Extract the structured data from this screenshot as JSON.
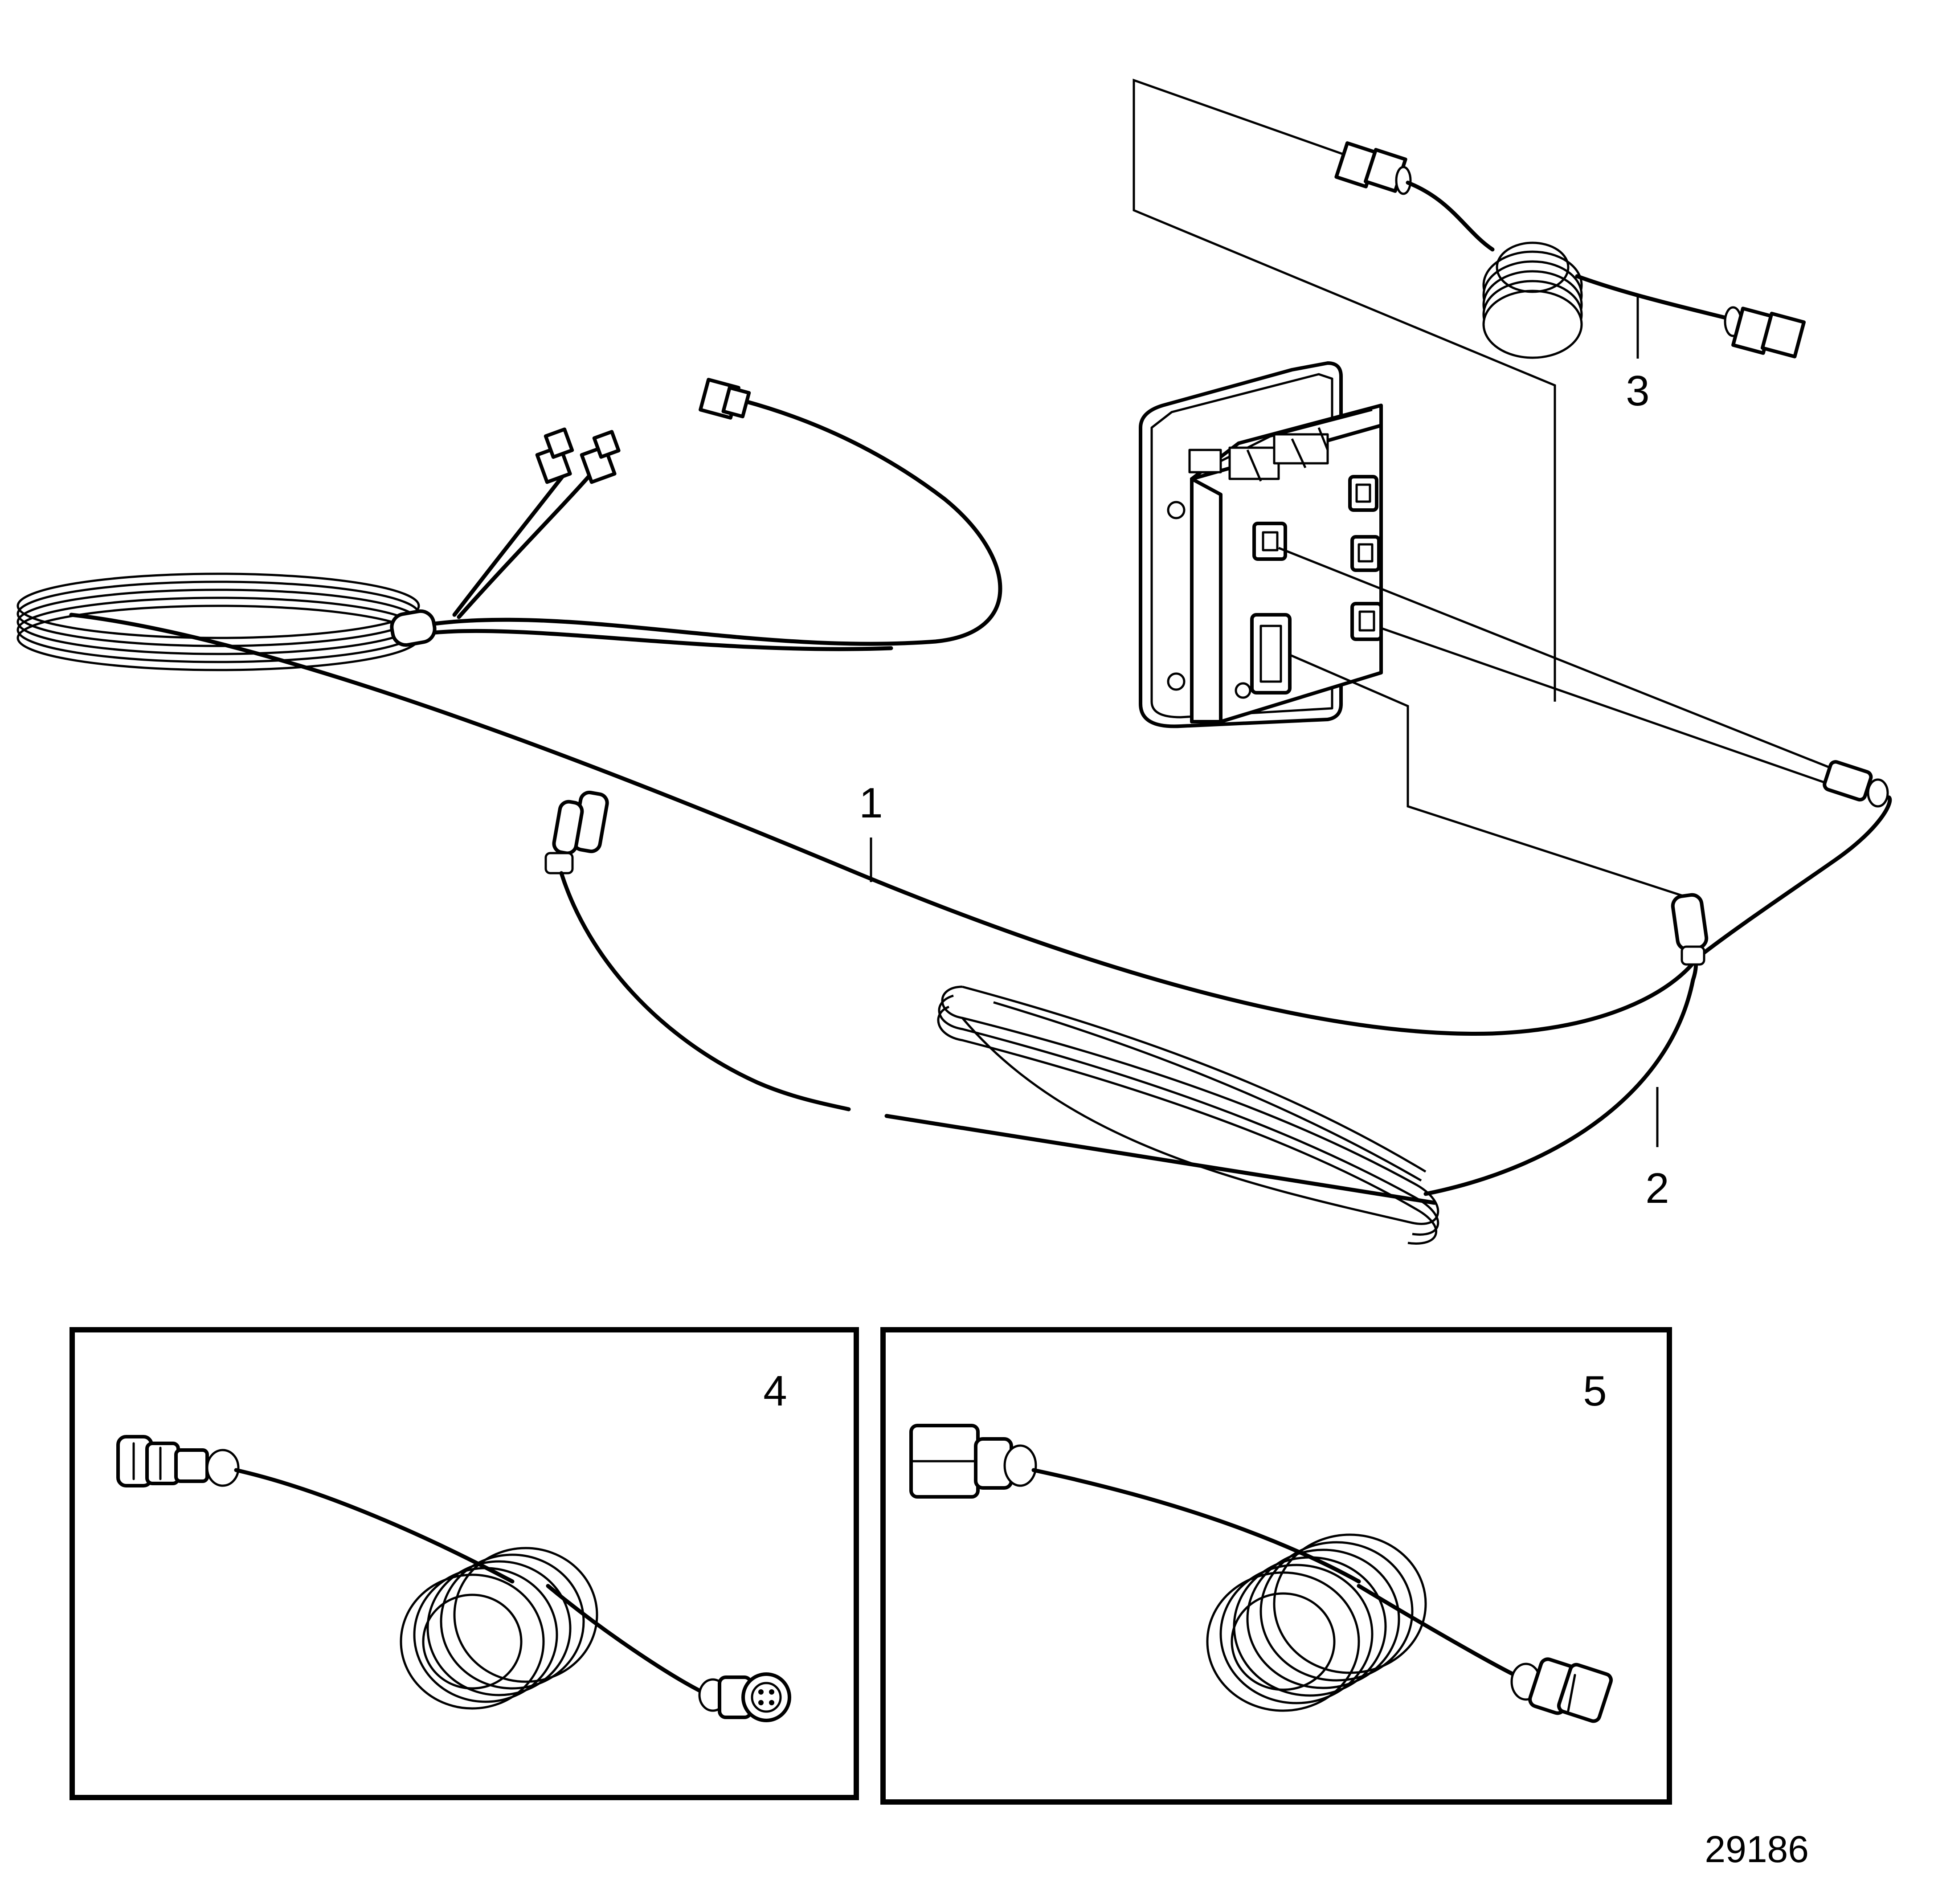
{
  "diagram": {
    "callouts": [
      {
        "id": "1",
        "label": "1"
      },
      {
        "id": "2",
        "label": "2"
      },
      {
        "id": "3",
        "label": "3"
      },
      {
        "id": "4",
        "label": "4"
      },
      {
        "id": "5",
        "label": "5"
      }
    ],
    "figure_number": "29186"
  }
}
